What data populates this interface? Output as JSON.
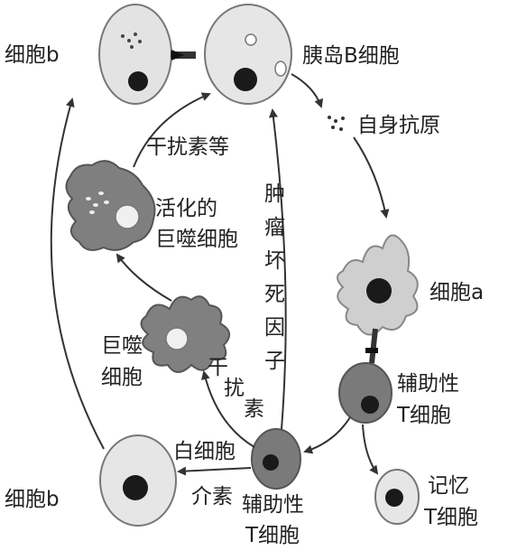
{
  "labels": {
    "cell_b_top": "细胞b",
    "islet_b_cell": "胰岛B细胞",
    "autoantigen": "自身抗原",
    "interferon_etc": "干扰素等",
    "activated_macrophage_1": "活化的",
    "activated_macrophage_2": "巨噬细胞",
    "tnf": [
      "肿",
      "瘤",
      "坏",
      "死",
      "因",
      "子"
    ],
    "cell_a": "细胞a",
    "macrophage_1": "巨噬",
    "macrophage_2": "细胞",
    "interferon_chars": [
      "干",
      "扰",
      "素"
    ],
    "helper_t_right_1": "辅助性",
    "helper_t_right_2": "T细胞",
    "interleukin_1": "白细胞",
    "interleukin_2": "介素",
    "cell_b_bottom": "细胞b",
    "helper_t_bottom_1": "辅助性",
    "helper_t_bottom_2": "T细胞",
    "memory_t_1": "记忆",
    "memory_t_2": "T细胞"
  },
  "colors": {
    "light_cell": "#e6e6e6",
    "mid_cell": "#bdbdbd",
    "dark_cell": "#7a7a7a",
    "nucleus": "#1a1a1a",
    "line": "#333333"
  }
}
